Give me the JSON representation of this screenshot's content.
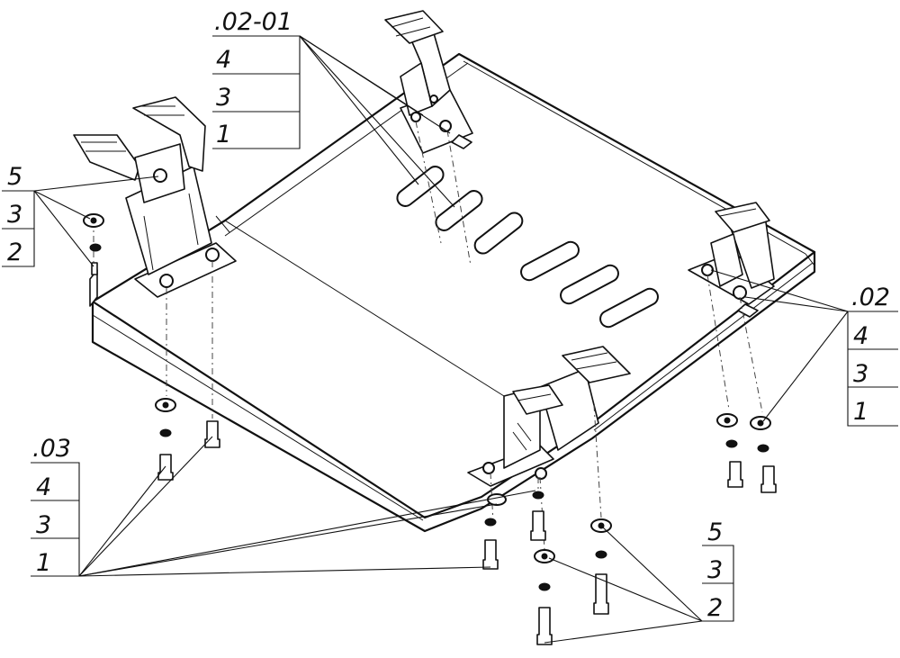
{
  "callouts": [
    {
      "id": "callout-02-01",
      "rows": [
        ".02-01",
        "4",
        "3",
        "1"
      ]
    },
    {
      "id": "callout-5-3-2-left",
      "rows": [
        "5",
        "3",
        "2"
      ]
    },
    {
      "id": "callout-02",
      "rows": [
        ".02",
        "4",
        "3",
        "1"
      ]
    },
    {
      "id": "callout-03",
      "rows": [
        ".03",
        "4",
        "3",
        "1"
      ]
    },
    {
      "id": "callout-5-3-2-bottom",
      "rows": [
        "5",
        "3",
        "2"
      ]
    }
  ]
}
